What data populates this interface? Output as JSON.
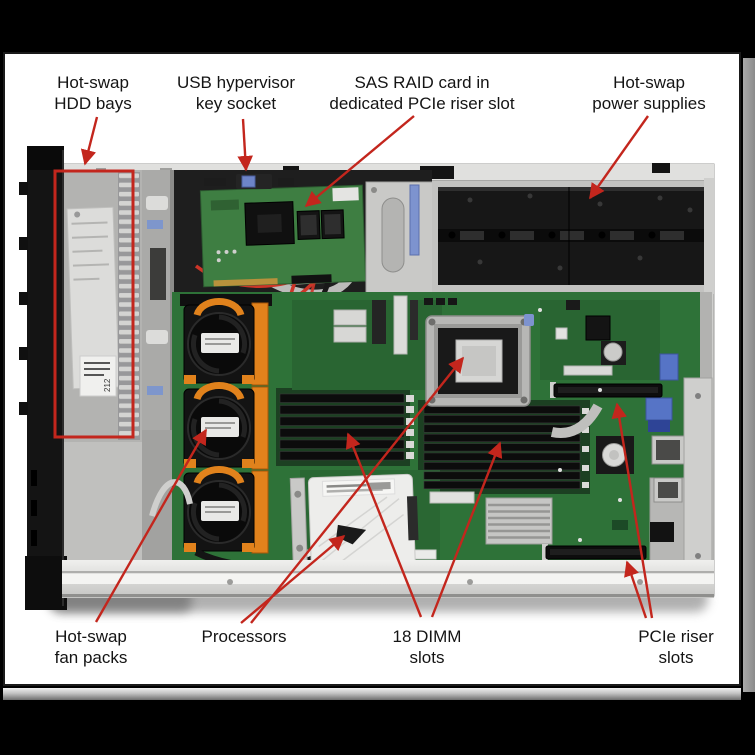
{
  "figure": {
    "type": "annotated-hardware-diagram",
    "subject": "Rack server internal top view with callout labels"
  },
  "labels": {
    "hdd_bays": {
      "lines": [
        "Hot-swap",
        "HDD bays"
      ]
    },
    "usb_key": {
      "lines": [
        "USB hypervisor",
        "key socket"
      ]
    },
    "sas_raid": {
      "lines": [
        "SAS RAID card in",
        "dedicated PCIe riser slot"
      ]
    },
    "power_supplies": {
      "lines": [
        "Hot-swap",
        "power supplies"
      ]
    },
    "fan_packs": {
      "lines": [
        "Hot-swap",
        "fan packs"
      ]
    },
    "processors": {
      "lines": [
        "Processors"
      ]
    },
    "dimm_slots": {
      "lines": [
        "18 DIMM",
        "slots"
      ]
    },
    "pcie_riser": {
      "lines": [
        "PCIe riser",
        "slots"
      ]
    }
  },
  "photo": {
    "hdd_sticker_text": "212"
  },
  "colors": {
    "canvas_black": "#000000",
    "figure_bg": "#ffffff",
    "figure_border": "#1a1a1a",
    "arrow_red": "#c3261d",
    "label_text": "#141414",
    "chassis_silver": "#c6c6c4",
    "bezel_black": "#141414",
    "board_green": "#2e7238",
    "fan_orange": "#e1821c",
    "psu_cavity": "#171717",
    "dimm_slot": "#0c0c0c",
    "cpu_pad": "#d6d6d4",
    "cover_white": "#ededeb",
    "cable_red": "#cd3528",
    "shadow_gray": "#9c9c9c"
  }
}
